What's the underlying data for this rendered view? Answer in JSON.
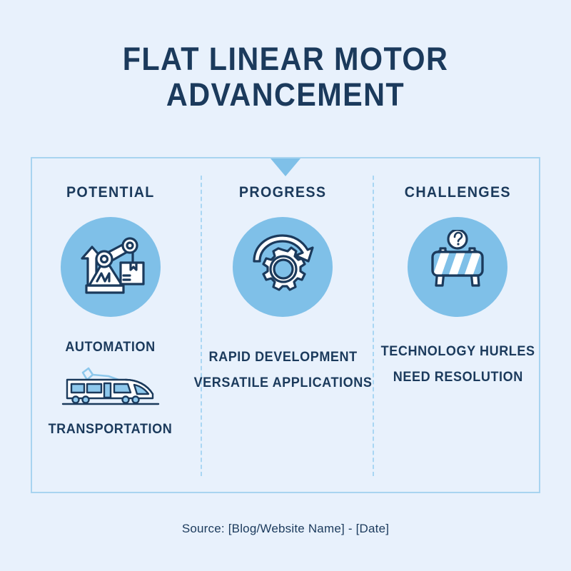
{
  "title": {
    "line1": "FLAT LINEAR MOTOR",
    "line2": "ADVANCEMENT"
  },
  "colors": {
    "background": "#e8f1fc",
    "navy": "#1b3a5c",
    "circle_blue": "#7fc0e8",
    "frame_border": "#a8d4f0",
    "divider": "#a9d6f3",
    "icon_fill": "#ffffff",
    "accent_light_blue": "#8ec8ec"
  },
  "columns": [
    {
      "heading": "POTENTIAL",
      "icon": "robotic-arm-icon",
      "captions": [
        "AUTOMATION",
        "TRANSPORTATION"
      ],
      "secondary_icon": "train-icon"
    },
    {
      "heading": "PROGRESS",
      "icon": "gear-refresh-icon",
      "captions": [
        "RAPID DEVELOPMENT",
        "VERSATILE APPLICATIONS"
      ],
      "secondary_icon": null
    },
    {
      "heading": "CHALLENGES",
      "icon": "road-barrier-question-icon",
      "captions": [
        "TECHNOLOGY HURLES",
        "NEED RESOLUTION"
      ],
      "secondary_icon": null
    }
  ],
  "footer": {
    "source": "Source: [Blog/Website Name] - [Date]"
  }
}
